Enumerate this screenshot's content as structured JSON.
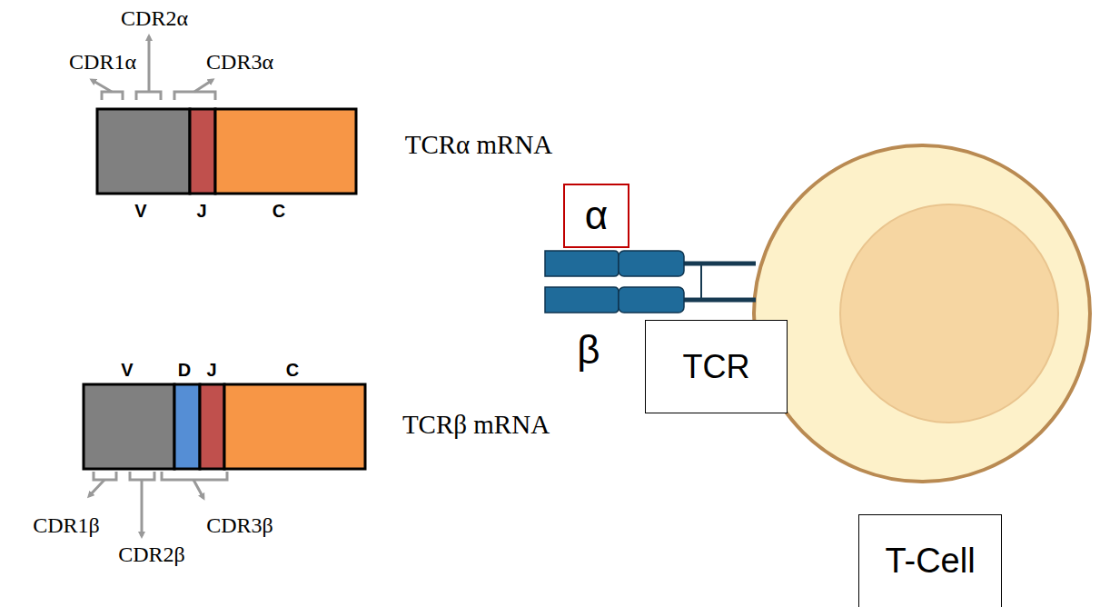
{
  "diagram": {
    "nodes": [
      {
        "text": [
          "α"
        ]
      },
      {
        "text": [
          "TCR"
        ]
      },
      {
        "text": [
          "T-Cell"
        ]
      }
    ],
    "labels": [
      "CDR1α",
      "CDR2α",
      "CDR3α",
      "TCRα mRNA",
      "V",
      "J",
      "C",
      "V",
      "D",
      "J",
      "C",
      "TCRβ mRNA",
      "CDR1β",
      "CDR2β",
      "CDR3β",
      "β"
    ]
  }
}
